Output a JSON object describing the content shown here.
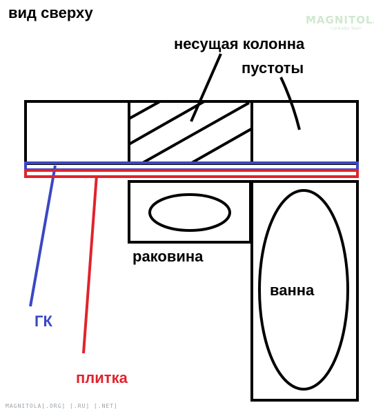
{
  "title": "вид сверху",
  "labels": {
    "column": "несущая колонна",
    "voids": "пустоты",
    "sink": "раковина",
    "bath": "ванна",
    "gk": "ГК",
    "tile": "плитка"
  },
  "watermark": {
    "main": "MAGNITOLA",
    "sub": "CarAudio Team"
  },
  "footer": "MAGNITOLA[.ORG] [.RU] [.NET]",
  "colors": {
    "outline": "#000000",
    "gk_line": "#3b47c4",
    "tile_line": "#e0232b"
  }
}
